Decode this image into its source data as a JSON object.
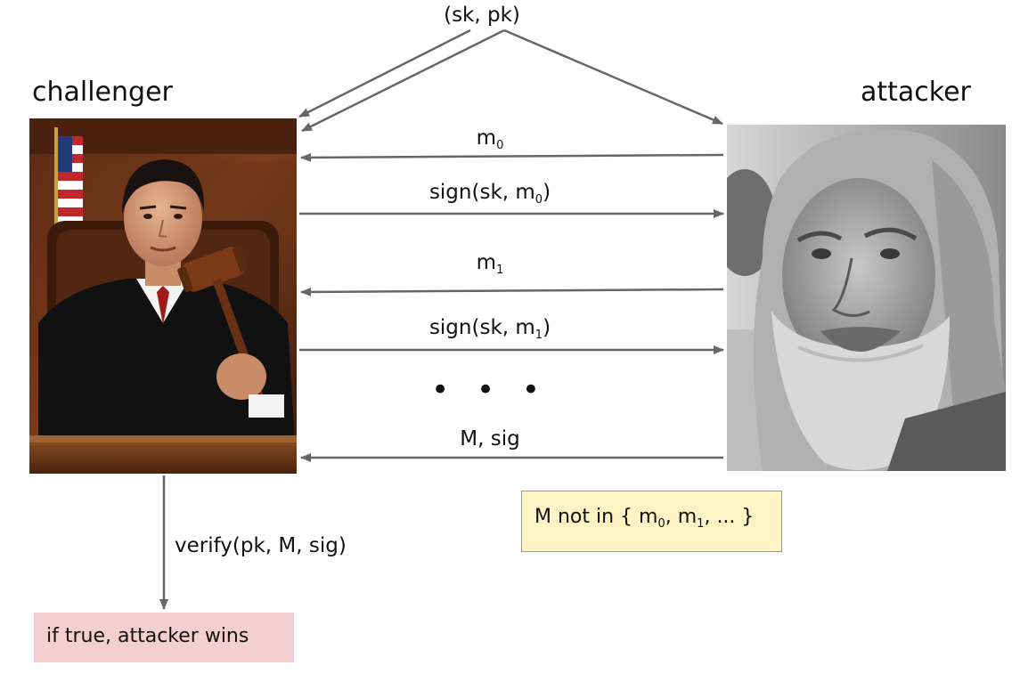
{
  "keypair": {
    "label": "(sk, pk)"
  },
  "challenger": {
    "label": "challenger"
  },
  "attacker": {
    "label": "attacker"
  },
  "messages": {
    "m0": {
      "base": "m",
      "sub": "0"
    },
    "sign_m0": {
      "prefix": "sign(sk, m",
      "sub": "0",
      "suffix": ")"
    },
    "m1": {
      "base": "m",
      "sub": "1"
    },
    "sign_m1": {
      "prefix": "sign(sk, m",
      "sub": "1",
      "suffix": ")"
    },
    "ellipsis": "• • •",
    "forgery": "M, sig"
  },
  "verify": {
    "label": "verify(pk, M, sig)"
  },
  "condition": {
    "prefix": "M not in { m",
    "sub0": "0",
    "mid": ", m",
    "sub1": "1",
    "suffix": ", ... }"
  },
  "result": {
    "label": "if true, attacker wins"
  },
  "colors": {
    "arrow": "#666666",
    "condition_bg": "#fdf3c4",
    "condition_border": "#9a9a9a",
    "result_bg": "#f3cfd0",
    "judge_robe": "#111111",
    "judge_wood": "#6a3a1f",
    "attacker_gray": "#9a9a9a"
  },
  "icons": {
    "challenger_photo": "judge-with-gavel",
    "attacker_photo": "bearded-man-grayscale"
  }
}
